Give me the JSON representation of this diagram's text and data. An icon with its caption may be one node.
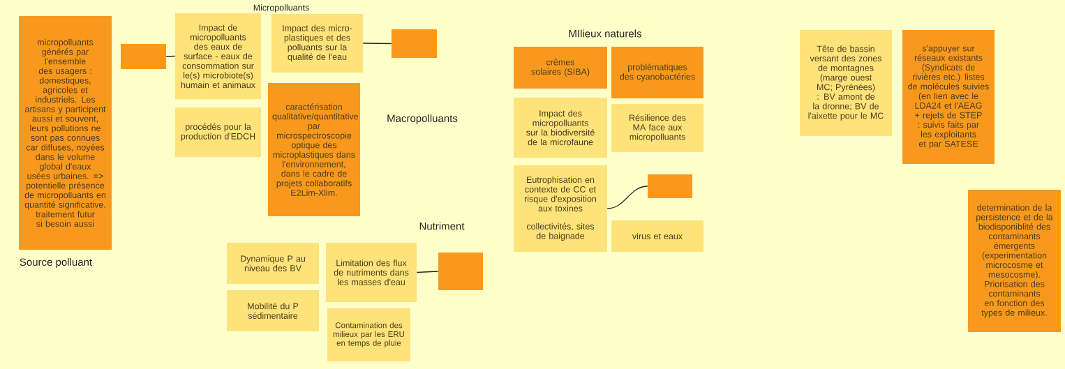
{
  "diagram": {
    "nodes": [
      {
        "text": [
          "micropolluants générés par l'ensemble des usagers : domestiques, agricoles et industriels. Les artisans y participent aussi et souvent, leurs pollutions ne sont pas connues car diffuses, noyées dans le volume global d'eaux usées urbaines. => potentielle présence de micropolluants en quantité significative. traitement futur si besoin aussi"
        ]
      },
      {
        "text": [],
        "shape": "box"
      },
      {
        "text": [
          "Impact de micropolluants des eaux de surface - eaux de consommation sur le(s) microbiote(s) humain et animaux"
        ]
      },
      {
        "text": [
          "Impact des micro-plastiques et des polluants sur la qualité de l'eau"
        ]
      },
      {
        "text": [],
        "shape": "box"
      },
      {
        "text": [
          "procédés pour la production d'EDCH"
        ]
      },
      {
        "text": [
          "caractérisation qualitative/quantitative par microspectroscopie optique des microplastiques dans l'environnement, dans le cadre de projets collaboratifs E2Lim-Xlim."
        ]
      },
      {
        "text": [
          "Dynamique P au niveau des BV"
        ]
      },
      {
        "text": [
          "Limitation des flux de nutriments dans les masses d'eau"
        ]
      },
      {
        "text": [],
        "shape": "box"
      },
      {
        "text": [
          "Mobilité du P sédimentaire"
        ]
      },
      {
        "text": [
          "Contamination des milieux par les ERU en temps de pluie"
        ]
      },
      {
        "text": [
          "crêmes solaires (SIBA)"
        ]
      },
      {
        "text": [
          "problématiques des cyanobactéries"
        ]
      },
      {
        "text": [
          "Impact des micropolluants sur la biodiversité de la microfaune"
        ]
      },
      {
        "text": [
          "Résilience des MA face aux micropolluants"
        ]
      },
      {
        "text": [
          "Eutrophisation en contexte de CC et risque d'exposition aux toxines",
          "collectivités, sites de baignade"
        ]
      },
      {
        "text": [],
        "shape": "box"
      },
      {
        "text": [
          "virus et eaux"
        ]
      },
      {
        "text": [
          "Tête de bassin versant des zones de montagnes (marge ouest MC; Pyrénées) : BV amont de la dronne; BV de l'aixette pour le MC"
        ]
      },
      {
        "text": [
          "s'appuyer sur réseaux existants (Syndicats de rivières etc.) listes de molécules suivies (en lien avec le LDA24 et l'AEAG + rejets de STEP : suivis faits par les exploitants et par SATESE"
        ]
      },
      {
        "text": [
          "determination de la persistence et de la biodisponiblité des contaminants émergents (experimentation microcosme et mesocosme). Priorisation des contaminants en fonction des types de milieux."
        ]
      }
    ],
    "edges": [
      {
        "from": 1,
        "to": 2,
        "arrow": "none"
      },
      {
        "from": 3,
        "to": 4,
        "arrow": "none"
      },
      {
        "from": 8,
        "to": 9,
        "arrow": "none"
      },
      {
        "from": 16,
        "to": 17,
        "arrow": "none"
      }
    ],
    "labels": [
      "Micropolluants",
      "MIlieux naturels",
      "Macropolluants",
      "Nutriment",
      "Source polluant"
    ]
  }
}
